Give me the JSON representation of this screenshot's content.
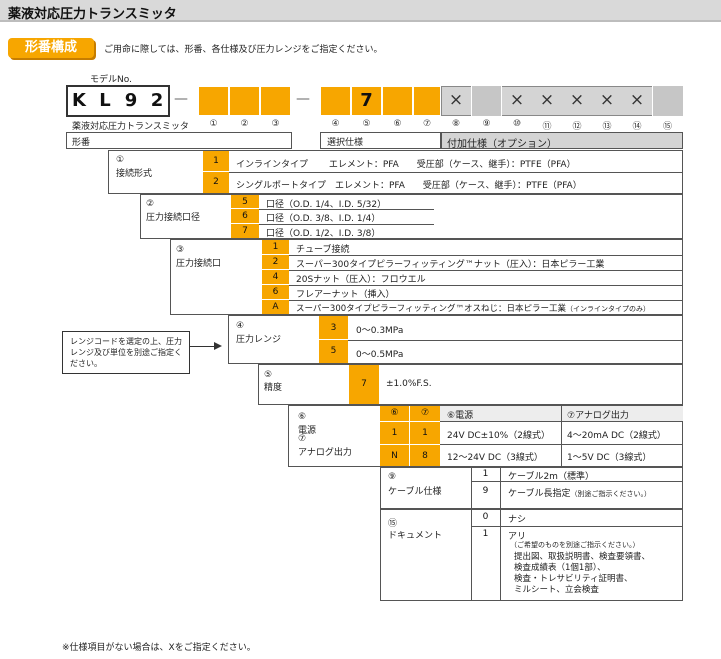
{
  "title": "薬液対応圧力トランスミッタ",
  "section_badge": "形番構成",
  "intro": "ご用命に際しては、形番、各仕様及び圧力レンジをご指定ください。",
  "model": {
    "model_label": "モデルNo.",
    "letters": [
      "K",
      "L",
      "9",
      "2"
    ],
    "dash": "—",
    "seven": "7",
    "x_mark": "×",
    "product_name": "薬液対応圧力トランスミッタ",
    "nums": [
      "①",
      "②",
      "③",
      "④",
      "⑤",
      "⑥",
      "⑦",
      "⑧",
      "⑨",
      "⑩",
      "⑪",
      "⑫",
      "⑬",
      "⑭",
      "⑮"
    ],
    "keiban": "形番",
    "selected": "選択仕様",
    "option": "付加仕様（オプション）"
  },
  "sections": {
    "s1": {
      "num": "①",
      "label": "接続形式",
      "rows": [
        {
          "code": "1",
          "text": "インラインタイプ　　 エレメント：PFA　　受圧部（ケース、継手）：PTFE（PFA）"
        },
        {
          "code": "2",
          "text": "シングルポートタイプ　エレメント：PFA　　受圧部（ケース、継手）：PTFE（PFA）"
        }
      ]
    },
    "s2": {
      "num": "②",
      "label": "圧力接続口径",
      "rows": [
        {
          "code": "5",
          "text": "口径（O.D. 1/4、I.D. 5/32）"
        },
        {
          "code": "6",
          "text": "口径（O.D. 3/8、I.D. 1/4）"
        },
        {
          "code": "7",
          "text": "口径（O.D. 1/2、I.D. 3/8）"
        }
      ]
    },
    "s3": {
      "num": "③",
      "label": "圧力接続口",
      "rows": [
        {
          "code": "1",
          "text": "チューブ接続"
        },
        {
          "code": "2",
          "text": "スーパー300タイプピラーフィッティング™ナット（圧入）：日本ピラー工業"
        },
        {
          "code": "4",
          "text": "20Sナット（圧入）：フロウエル"
        },
        {
          "code": "6",
          "text": "フレアーナット（挿入）"
        },
        {
          "code": "A",
          "text": "スーパー300タイプピラーフィッティング™オスねじ：日本ピラー工業",
          "small": "（インラインタイプのみ）"
        }
      ]
    },
    "note_box": "レンジコードを選定の上、圧力レンジ及び単位を別途ご指定ください。",
    "s4": {
      "num": "④",
      "label": "圧力レンジ",
      "rows": [
        {
          "code": "3",
          "text": "0～0.3MPa"
        },
        {
          "code": "5",
          "text": "0～0.5MPa"
        }
      ]
    },
    "s5": {
      "num": "⑤",
      "label": "精度",
      "code": "7",
      "text": "±1.0%F.S."
    },
    "s67": {
      "num1": "⑥",
      "label1": "電源",
      "num2": "⑦",
      "label2": "アナログ出力",
      "head": [
        "⑥",
        "⑦",
        "⑥電源",
        "⑦アナログ出力"
      ],
      "rows": [
        [
          "1",
          "1",
          "24V DC±10%（2線式）",
          "4～20mA DC（2線式）"
        ],
        [
          "N",
          "8",
          "12～24V DC（3線式）",
          "1～5V DC（3線式）"
        ]
      ]
    },
    "s9": {
      "num": "⑨",
      "label": "ケーブル仕様",
      "rows": [
        {
          "code": "1",
          "text": "ケーブル2m（標準）"
        },
        {
          "code": "9",
          "text": "ケーブル長指定",
          "small": "（別途ご指示ください。）"
        }
      ]
    },
    "s15": {
      "num": "⑮",
      "label": "ドキュメント",
      "rows": [
        {
          "code": "0",
          "text": "ナシ"
        },
        {
          "code": "1",
          "text": "アリ",
          "lines": [
            "（ご希望のものを別途ご指示ください。）",
            "提出図、取扱説明書、検査要領書、",
            "検査成績表（1個1部）、",
            "検査・トレサビリティ証明書、",
            "ミルシート、立会検査"
          ]
        }
      ]
    }
  },
  "footnote": "※仕様項目がない場合は、Xをご指定ください。",
  "colors": {
    "accent": "#f7a600",
    "gray": "#d4d4d4"
  }
}
